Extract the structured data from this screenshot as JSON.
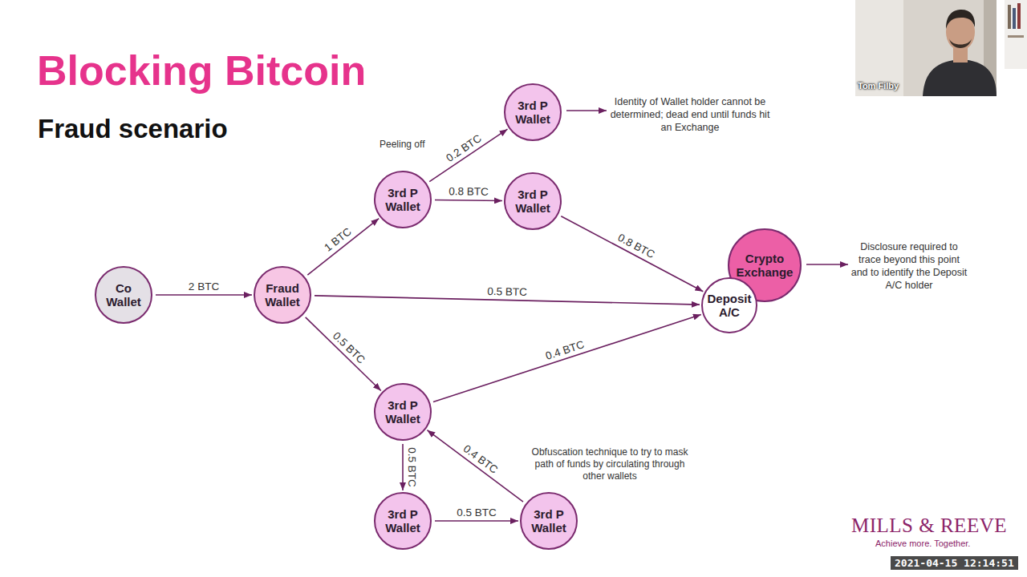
{
  "diagram": {
    "title": "Blocking Bitcoin",
    "nodes": [
      {
        "text": [
          "Co Wallet"
        ]
      },
      {
        "text": [
          "Fraud Wallet"
        ]
      },
      {
        "text": [
          "3rd P Wallet"
        ]
      },
      {
        "text": [
          "3rd P Wallet"
        ]
      },
      {
        "text": [
          "3rd P Wallet"
        ]
      },
      {
        "text": [
          "Crypto Exchange"
        ]
      },
      {
        "text": [
          "Deposit A/C"
        ]
      },
      {
        "text": [
          "3rd P Wallet"
        ]
      },
      {
        "text": [
          "3rd P Wallet"
        ]
      },
      {
        "text": [
          "3rd P Wallet"
        ]
      }
    ],
    "edges": [
      {
        "from": 0,
        "to": 1,
        "label": "2 BTC",
        "arrow": "to"
      },
      {
        "from": 1,
        "to": 2,
        "label": "1 BTC",
        "arrow": "to"
      },
      {
        "from": 2,
        "to": 3,
        "label": "0.2 BTC",
        "arrow": "to"
      },
      {
        "from": 2,
        "to": 4,
        "label": "0.8 BTC",
        "arrow": "to"
      },
      {
        "from": 4,
        "to": 6,
        "label": "0.8 BTC",
        "arrow": "to"
      },
      {
        "from": 1,
        "to": 6,
        "label": "0.5 BTC",
        "arrow": "to"
      },
      {
        "from": 1,
        "to": 7,
        "label": "0.5 BTC",
        "arrow": "to"
      },
      {
        "from": 7,
        "to": 6,
        "label": "0.4 BTC",
        "arrow": "to"
      },
      {
        "from": 7,
        "to": 8,
        "label": "0.5 BTC",
        "arrow": "to"
      },
      {
        "from": 8,
        "to": 9,
        "label": "0.5 BTC",
        "arrow": "to"
      },
      {
        "from": 9,
        "to": 7,
        "label": "0.4 BTC",
        "arrow": "to"
      }
    ],
    "labels": [
      "Fraud scenario",
      "Peeling off",
      "Identity of Wallet holder cannot be determined; dead end until funds hit an Exchange",
      "Disclosure required to trace beyond this point and to identify the Deposit A/C holder",
      "Obfuscation technique to try to mask path of funds by circulating through other wallets",
      "Tom Filby",
      "MILLS & REEVE",
      "Achieve more. Together.",
      "2021-04-15 12:14:51"
    ]
  }
}
